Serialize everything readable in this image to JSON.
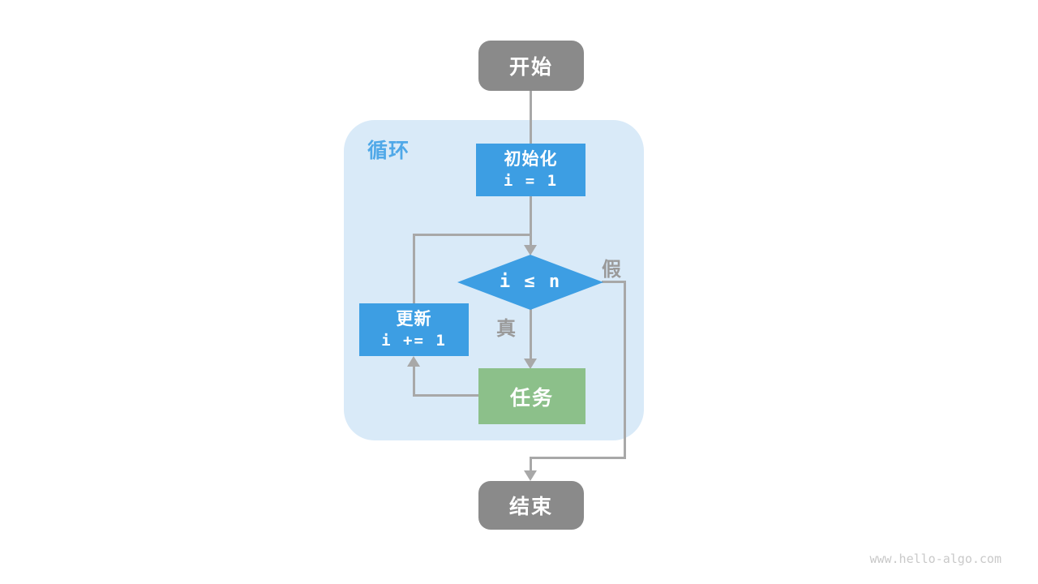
{
  "colors": {
    "node_blue": "#3D9EE3",
    "node_green": "#8CC08A",
    "node_gray": "#8A8A8A",
    "loop_bg": "#D9EAF8",
    "line_gray": "#A8A8A8",
    "label_gray": "#9A9A9A",
    "loop_label_blue": "#4FA8E8",
    "watermark_gray": "#C9C9C9"
  },
  "flowchart": {
    "start": {
      "label": "开始"
    },
    "loop_region": {
      "label": "循环"
    },
    "init": {
      "title": "初始化",
      "code": "i = 1"
    },
    "condition": {
      "expression": "i ≤ n"
    },
    "branch_labels": {
      "true_label": "真",
      "false_label": "假"
    },
    "update": {
      "title": "更新",
      "code": "i += 1"
    },
    "task": {
      "label": "任务"
    },
    "end": {
      "label": "结束"
    }
  },
  "watermark": "www.hello-algo.com"
}
